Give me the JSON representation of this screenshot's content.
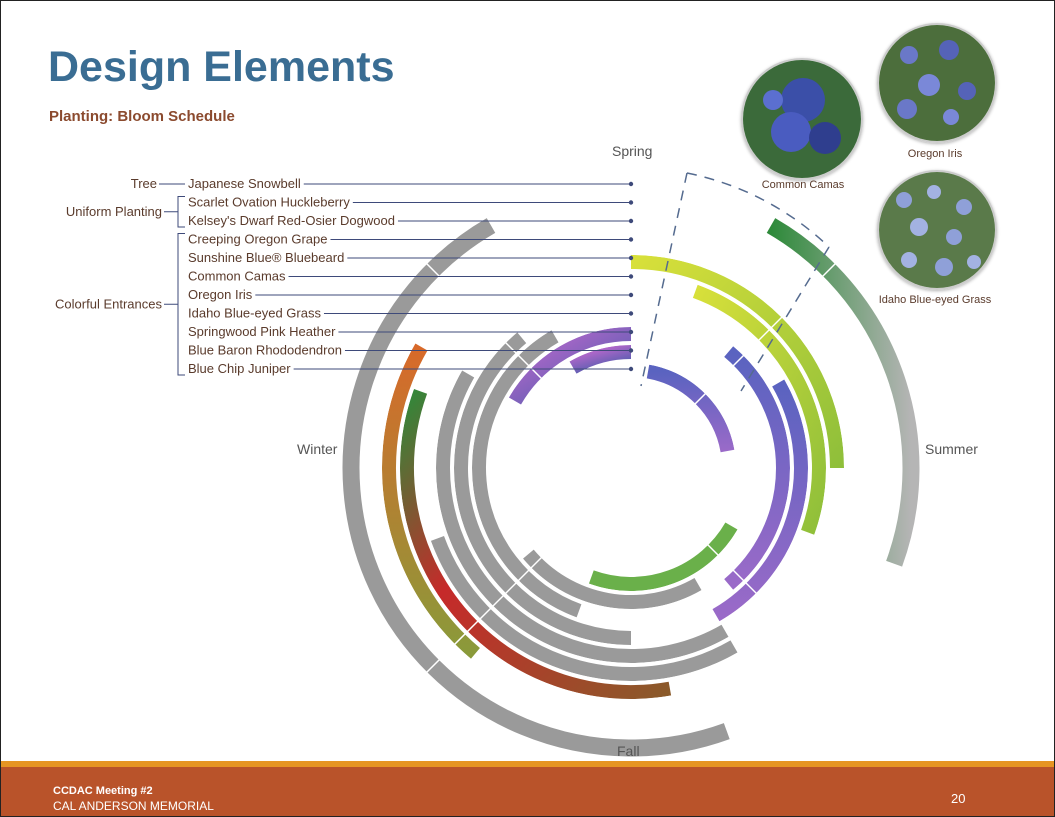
{
  "title": "Design Elements",
  "subtitle": "Planting: Bloom Schedule",
  "seasons": {
    "spring": "Spring",
    "summer": "Summer",
    "fall": "Fall",
    "winter": "Winter"
  },
  "groups": [
    {
      "label": "Tree"
    },
    {
      "label": "Uniform Planting"
    },
    {
      "label": "Colorful Entrances"
    }
  ],
  "plants": [
    "Japanese Snowbell",
    "Scarlet Ovation Huckleberry",
    "Kelsey's Dwarf Red-Osier Dogwood",
    "Creeping Oregon Grape",
    "Sunshine Blue® Bluebeard",
    "Common Camas",
    "Oregon Iris",
    "Idaho Blue-eyed Grass",
    "Springwood Pink Heather",
    "Blue Baron Rhododendron",
    "Blue Chip Juniper"
  ],
  "photos": [
    {
      "caption": "Common Camas",
      "icon": "camas-photo",
      "tone": "#3b4fa8"
    },
    {
      "caption": "Oregon Iris",
      "icon": "iris-photo",
      "tone": "#6a78c8"
    },
    {
      "caption": "Idaho Blue-eyed Grass",
      "icon": "blue-eyed-grass-photo",
      "tone": "#8fa0d8"
    }
  ],
  "colors": {
    "title": "#3a6d93",
    "subtitle": "#8b4a2e",
    "footer": "#b9532a",
    "footer_stripe": "#e69523",
    "green": "#2e8a3a",
    "grey": "#9a9a9a"
  },
  "footer": {
    "meeting": "CCDAC Meeting #2",
    "project": "CAL ANDERSON MEMORIAL",
    "page": "20"
  }
}
